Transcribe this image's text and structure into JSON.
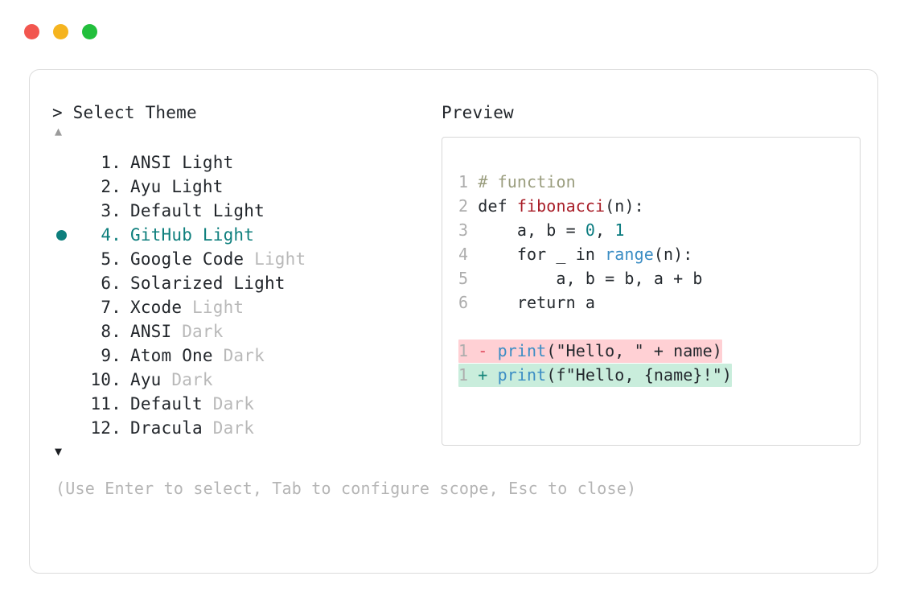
{
  "window": {
    "traffic_lights": [
      {
        "name": "close",
        "color": "#f2564f"
      },
      {
        "name": "minimize",
        "color": "#f5b41f"
      },
      {
        "name": "maximize",
        "color": "#22bf3c"
      }
    ]
  },
  "picker": {
    "prompt": "> Select Theme",
    "scroll_up_glyph": "▲",
    "scroll_down_glyph": "▼",
    "selected_index": 4,
    "accent_color": "#0e7f7d",
    "items": [
      {
        "index": "1.",
        "name": "ANSI",
        "variant": "Light",
        "variant_muted": false,
        "selected": false
      },
      {
        "index": "2.",
        "name": "Ayu",
        "variant": "Light",
        "variant_muted": false,
        "selected": false
      },
      {
        "index": "3.",
        "name": "Default",
        "variant": "Light",
        "variant_muted": false,
        "selected": false
      },
      {
        "index": "4.",
        "name": "GitHub",
        "variant": "Light",
        "variant_muted": false,
        "selected": true
      },
      {
        "index": "5.",
        "name": "Google Code",
        "variant": "Light",
        "variant_muted": true,
        "selected": false
      },
      {
        "index": "6.",
        "name": "Solarized",
        "variant": "Light",
        "variant_muted": false,
        "selected": false
      },
      {
        "index": "7.",
        "name": "Xcode",
        "variant": "Light",
        "variant_muted": true,
        "selected": false
      },
      {
        "index": "8.",
        "name": "ANSI",
        "variant": "Dark",
        "variant_muted": true,
        "selected": false
      },
      {
        "index": "9.",
        "name": "Atom One",
        "variant": "Dark",
        "variant_muted": true,
        "selected": false
      },
      {
        "index": "10.",
        "name": "Ayu",
        "variant": "Dark",
        "variant_muted": true,
        "selected": false
      },
      {
        "index": "11.",
        "name": "Default",
        "variant": "Dark",
        "variant_muted": true,
        "selected": false
      },
      {
        "index": "12.",
        "name": "Dracula",
        "variant": "Dark",
        "variant_muted": true,
        "selected": false
      }
    ],
    "hint": "(Use Enter to select, Tab to configure scope, Esc to close)"
  },
  "preview": {
    "title": "Preview",
    "code_lines": [
      {
        "num": "1",
        "text": "# function"
      },
      {
        "num": "2",
        "text": "def fibonacci(n):"
      },
      {
        "num": "3",
        "text": "    a, b = 0, 1"
      },
      {
        "num": "4",
        "text": "    for _ in range(n):"
      },
      {
        "num": "5",
        "text": "        a, b = b, a + b"
      },
      {
        "num": "6",
        "text": "    return a"
      }
    ],
    "diff": [
      {
        "num": "1",
        "sign": "-",
        "text": "print(\"Hello, \" + name)",
        "kind": "deletion"
      },
      {
        "num": "1",
        "sign": "+",
        "text": "print(f\"Hello, {name}!\")",
        "kind": "addition"
      }
    ],
    "colors": {
      "comment": "#9a9d7e",
      "function": "#a81d27",
      "number": "#0b7c80",
      "builtin": "#3b8dc4",
      "string": "#e03552",
      "deletion_bg": "#ffd0d4",
      "addition_bg": "#c9eddc"
    }
  }
}
